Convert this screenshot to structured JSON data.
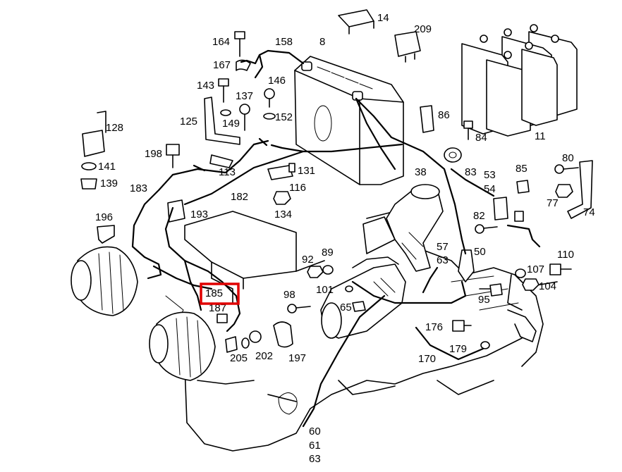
{
  "diagram": {
    "highlight_color": "#e00000",
    "highlighted_part": "185",
    "labels": {
      "p8": "8",
      "p11": "11",
      "p14": "14",
      "p38": "38",
      "p50": "50",
      "p53": "53",
      "p54": "54",
      "p57": "57",
      "p63a": "63",
      "p60": "60",
      "p61": "61",
      "p63b": "63",
      "p65": "65",
      "p74": "74",
      "p77": "77",
      "p80": "80",
      "p82": "82",
      "p83": "83",
      "p84": "84",
      "p85": "85",
      "p86": "86",
      "p89": "89",
      "p92": "92",
      "p95": "95",
      "p98": "98",
      "p101": "101",
      "p104": "104",
      "p107": "107",
      "p110": "110",
      "p113": "113",
      "p116": "116",
      "p125": "125",
      "p128": "128",
      "p131": "131",
      "p134": "134",
      "p137": "137",
      "p139": "139",
      "p141": "141",
      "p143": "143",
      "p146": "146",
      "p149": "149",
      "p152": "152",
      "p158": "158",
      "p164": "164",
      "p167": "167",
      "p170": "170",
      "p176": "176",
      "p179": "179",
      "p182": "182",
      "p183": "183",
      "p185": "185",
      "p187": "187",
      "p193": "193",
      "p196": "196",
      "p197": "197",
      "p198": "198",
      "p202": "202",
      "p205": "205",
      "p209": "209"
    }
  }
}
